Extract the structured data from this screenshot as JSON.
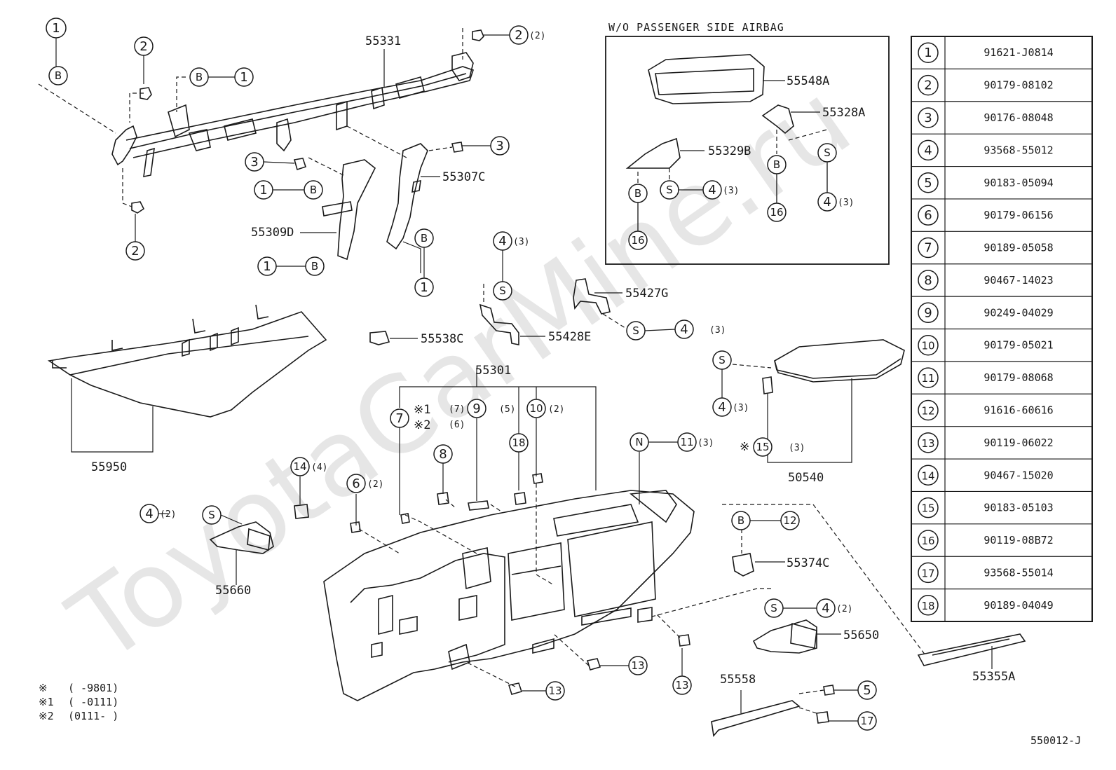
{
  "watermark": "ToyotaCarMine.ru",
  "inset_title": "W/O PASSENGER SIDE AIRBAG",
  "diagram_code": "550012-J",
  "footnotes": [
    {
      "mark": "※",
      "text": "(      -9801)"
    },
    {
      "mark": "※1",
      "text": "(      -0111)"
    },
    {
      "mark": "※2",
      "text": "(0111-      )"
    }
  ],
  "part_labels": {
    "p55331": "55331",
    "p55307C": "55307C",
    "p55309D": "55309D",
    "p55548A": "55548A",
    "p55328A": "55328A",
    "p55329B": "55329B",
    "p55427G": "55427G",
    "p55428E": "55428E",
    "p55538C": "55538C",
    "p55950": "55950",
    "p55301": "55301",
    "p50540": "50540",
    "p55660": "55660",
    "p55374C": "55374C",
    "p55650": "55650",
    "p55558": "55558",
    "p55355A": "55355A"
  },
  "qty": {
    "q2_2": "(2)",
    "q3_a": "(3)",
    "q3_b": "(3)",
    "q3_c": "(3)",
    "q3_d": "(3)",
    "q3_e": "(3)",
    "q3_f": "(3)",
    "q3_g": "(3)",
    "q7": "(7)",
    "q5": "(5)",
    "q10_2": "(2)",
    "q6": "(6)",
    "q6_2": "(2)",
    "q14_4": "(4)",
    "q4_2a": "(2)",
    "q4_2b": "(2)"
  },
  "callouts": {
    "n1": "1",
    "n2": "2",
    "n3": "3",
    "n4": "4",
    "n5": "5",
    "n6": "6",
    "n7": "7",
    "n8": "8",
    "n9": "9",
    "n10": "10",
    "n11": "11",
    "n12": "12",
    "n13": "13",
    "n14": "14",
    "n15": "15",
    "n16": "16",
    "n17": "17",
    "n18": "18",
    "B": "B",
    "S": "S",
    "N": "N",
    "star1": "※1",
    "star2": "※2",
    "star": "※"
  },
  "parts_table": [
    {
      "ref": "1",
      "code": "91621-J0814"
    },
    {
      "ref": "2",
      "code": "90179-08102"
    },
    {
      "ref": "3",
      "code": "90176-08048"
    },
    {
      "ref": "4",
      "code": "93568-55012"
    },
    {
      "ref": "5",
      "code": "90183-05094"
    },
    {
      "ref": "6",
      "code": "90179-06156"
    },
    {
      "ref": "7",
      "code": "90189-05058"
    },
    {
      "ref": "8",
      "code": "90467-14023"
    },
    {
      "ref": "9",
      "code": "90249-04029"
    },
    {
      "ref": "10",
      "code": "90179-05021"
    },
    {
      "ref": "11",
      "code": "90179-08068"
    },
    {
      "ref": "12",
      "code": "91616-60616"
    },
    {
      "ref": "13",
      "code": "90119-06022"
    },
    {
      "ref": "14",
      "code": "90467-15020"
    },
    {
      "ref": "15",
      "code": "90183-05103"
    },
    {
      "ref": "16",
      "code": "90119-08B72"
    },
    {
      "ref": "17",
      "code": "93568-55014"
    },
    {
      "ref": "18",
      "code": "90189-04049"
    }
  ]
}
